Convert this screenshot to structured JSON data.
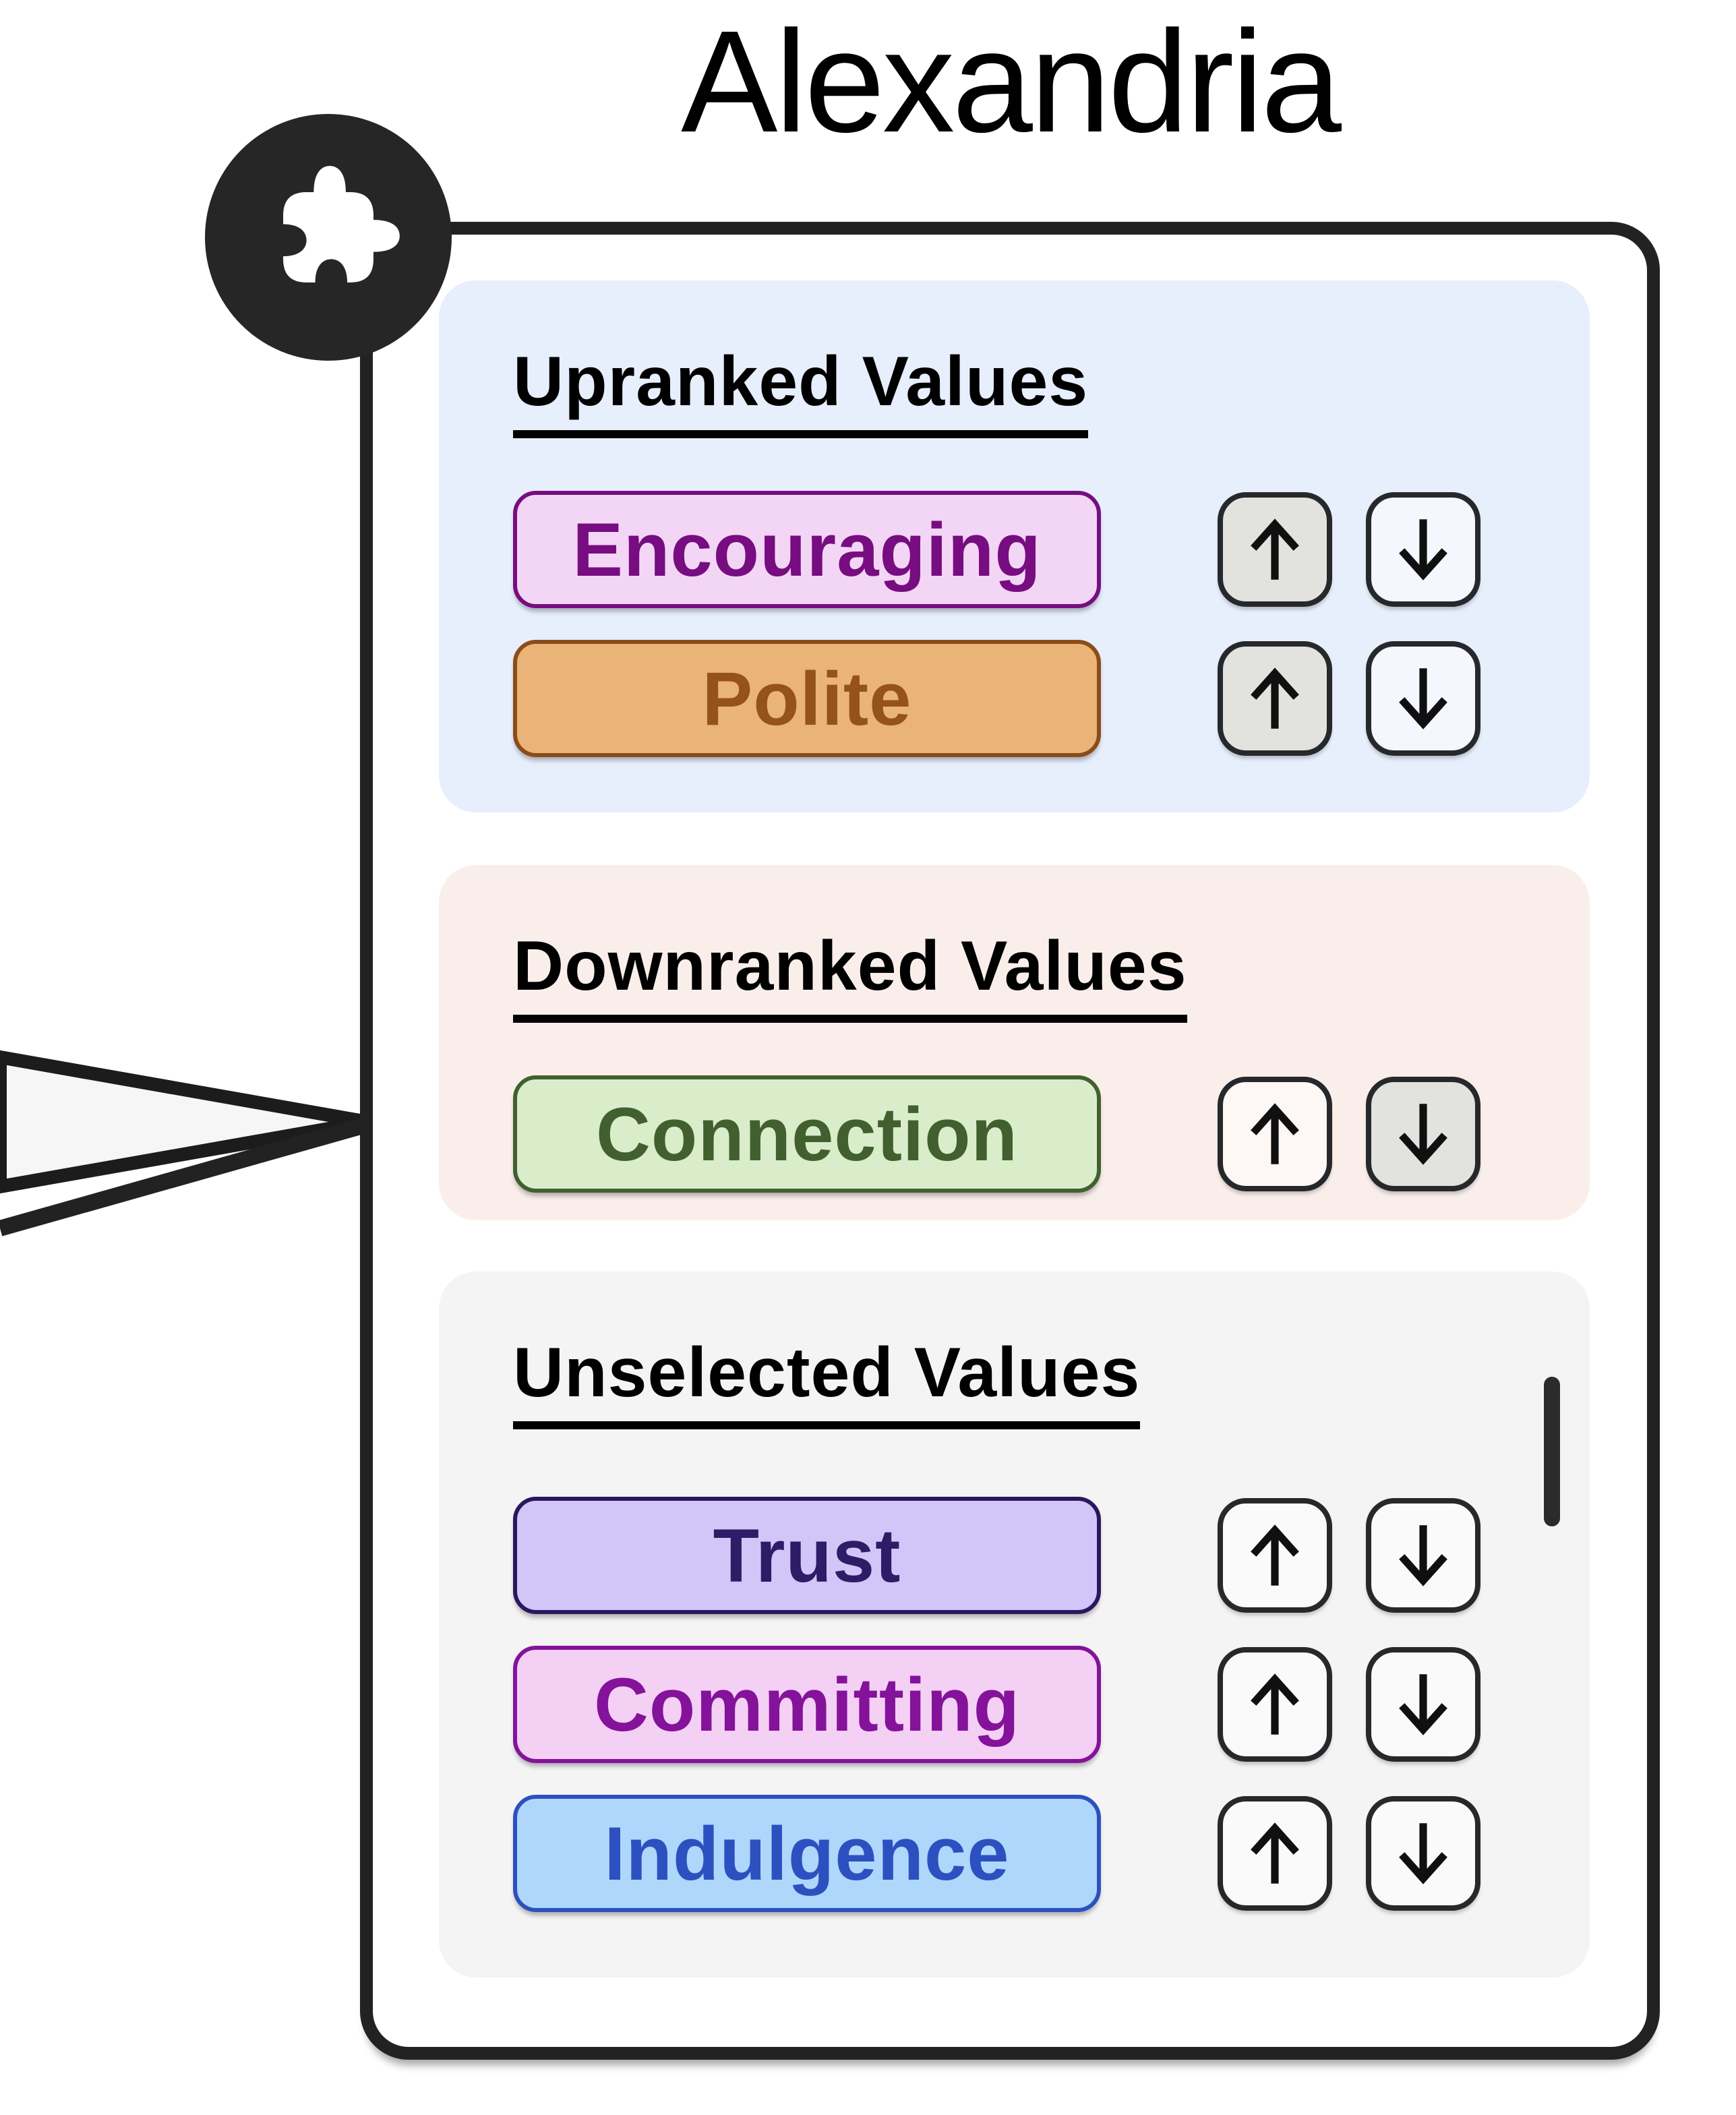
{
  "title": "Alexandria",
  "badge": {
    "icon": "puzzle-piece-icon"
  },
  "connector": {
    "shape": "arrow-pointer-from-left",
    "fill": "#f6f6f6",
    "stroke": "#1c1c1c"
  },
  "colors": {
    "page_bg": "#ffffff",
    "card_bg": "#ffffff",
    "card_border": "#222222",
    "button_border": "#26282b",
    "button_active_bg": "#e2e2df",
    "button_inactive_bg": "rgba(255,255,255,0.55)",
    "scrollbar": "#2b2b2b",
    "heading_text": "#000000"
  },
  "icons": {
    "up": "up-arrow-icon",
    "down": "down-arrow-icon"
  },
  "sections": [
    {
      "heading": "Upranked Values",
      "bg": "#e7eefc",
      "scrollbar": false,
      "rows": [
        {
          "label": "Encouraging",
          "pill_bg": "#f3d6f5",
          "pill_border": "#770d80",
          "pill_text": "#770d80",
          "up_active": true,
          "down_active": false
        },
        {
          "label": "Polite",
          "pill_bg": "#eab377",
          "pill_border": "#8a4d1a",
          "pill_text": "#95521c",
          "up_active": true,
          "down_active": false
        }
      ]
    },
    {
      "heading": "Downranked Values",
      "bg": "#faeeeb",
      "scrollbar": false,
      "rows": [
        {
          "label": "Connection",
          "pill_bg": "#d9edcb",
          "pill_border": "#42602f",
          "pill_text": "#42602f",
          "up_active": false,
          "down_active": true
        }
      ]
    },
    {
      "heading": "Unselected Values",
      "bg": "#f4f4f4",
      "scrollbar": true,
      "rows": [
        {
          "label": "Trust",
          "pill_bg": "#d2c6f8",
          "pill_border": "#2a175e",
          "pill_text": "#2e1c66",
          "up_active": false,
          "down_active": false
        },
        {
          "label": "Committing",
          "pill_bg": "#f3d0f4",
          "pill_border": "#84129a",
          "pill_text": "#84129a",
          "up_active": false,
          "down_active": false
        },
        {
          "label": "Indulgence",
          "pill_bg": "#aed7fb",
          "pill_border": "#2d50c0",
          "pill_text": "#2d50c0",
          "up_active": false,
          "down_active": false
        }
      ]
    }
  ]
}
